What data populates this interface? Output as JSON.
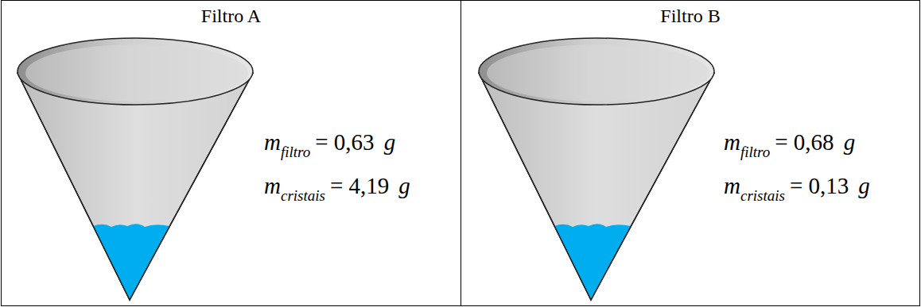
{
  "diagram": {
    "nodes": [
      {
        "text": [
          "Filtro A"
        ]
      },
      {
        "text": [
          "Filtro B"
        ]
      }
    ],
    "labels": [
      "m",
      "filtro",
      "= 0,63",
      "g",
      "m",
      "cristais",
      "= 4,19",
      "g",
      "m",
      "filtro",
      "= 0,68",
      "g",
      "m",
      "cristais",
      "= 0,13",
      "g"
    ]
  }
}
